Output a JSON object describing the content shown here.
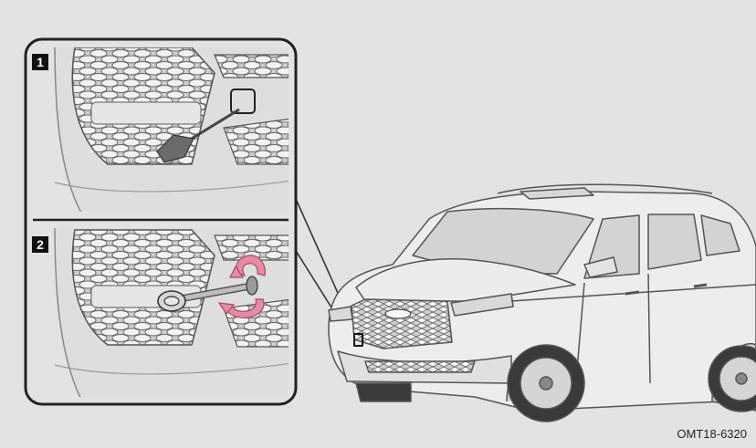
{
  "figure": {
    "code": "OMT18-6320",
    "callout_color": "#e88aa3",
    "background_color": "#e3e3e3"
  },
  "steps": [
    {
      "number": "1",
      "action": "pry-off-cover-with-screwdriver"
    },
    {
      "number": "2",
      "action": "screw-in-towing-eyelet"
    }
  ]
}
